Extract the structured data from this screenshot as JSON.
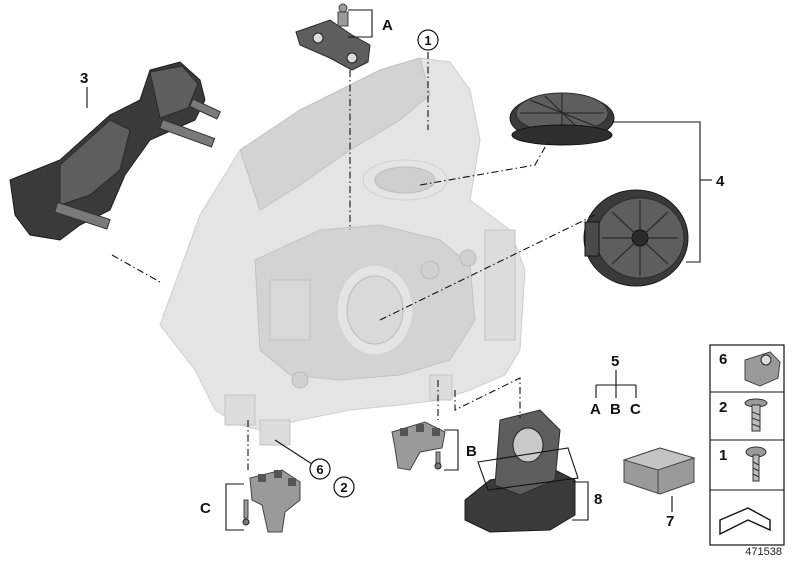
{
  "diagram": {
    "callouts": {
      "part_1": "1",
      "part_2": "2",
      "part_3": "3",
      "part_4": "4",
      "part_5": "5",
      "part_6": "6",
      "part_7": "7",
      "part_8": "8",
      "group_a": "A",
      "group_b": "B",
      "group_c": "C"
    },
    "kit_letters": [
      "A",
      "B",
      "C"
    ],
    "legend_rows": [
      {
        "number": "6",
        "icon": "bracket-clip-icon"
      },
      {
        "number": "2",
        "icon": "screw-icon"
      },
      {
        "number": "1",
        "icon": "screw-icon"
      }
    ],
    "reference_number": "471538",
    "colors": {
      "housing_ghost": "#e4e4e4",
      "part_dark": "#3a3a3a",
      "line": "#111111"
    }
  }
}
